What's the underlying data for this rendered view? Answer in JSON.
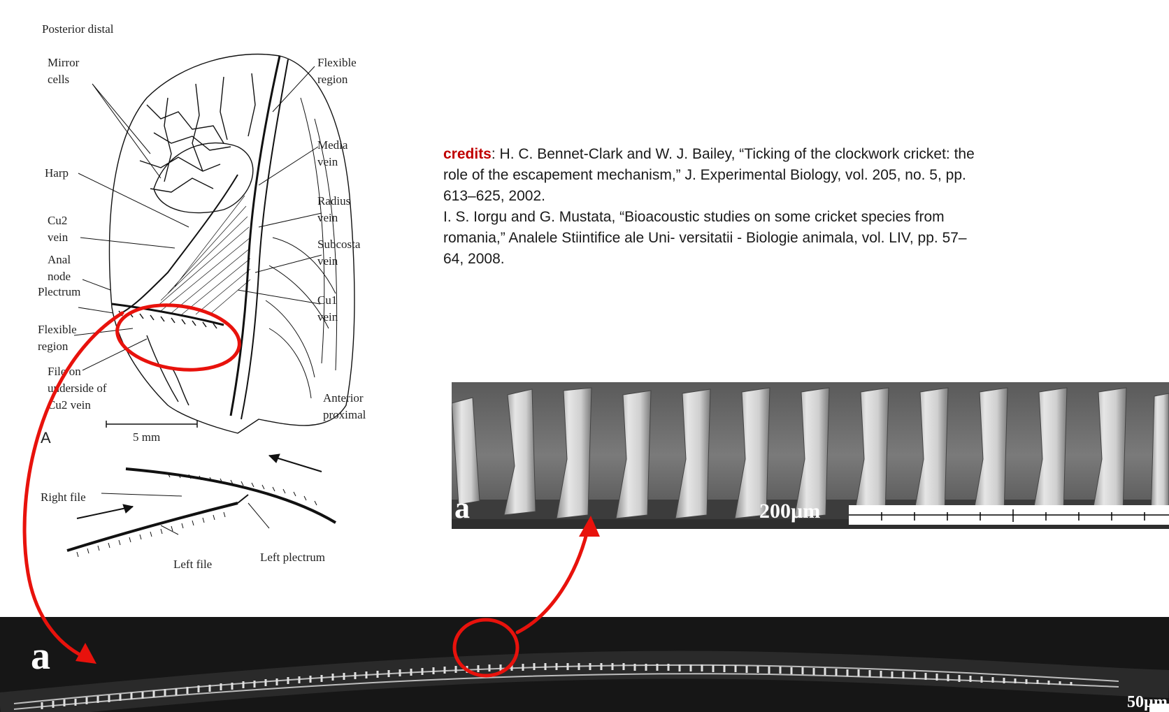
{
  "diagram": {
    "labels": {
      "posterior_distal": "Posterior distal",
      "mirror_cells": "Mirror\ncells",
      "flexible_region_top": "Flexible\nregion",
      "media_vein": "Media\nvein",
      "harp": "Harp",
      "radius_vein": "Radius\nvein",
      "cu2_vein": "Cu2\nvein",
      "subcosta_vein": "Subcosta\nvein",
      "anal_node": "Anal\nnode",
      "plectrum": "Plectrum",
      "cu1_vein": "Cu1\nvein",
      "flexible_region_left": "Flexible\nregion",
      "file_underside": "File on\nunderside of\nCu2 vein",
      "anterior_proximal": "Anterior\nproximal",
      "panel_letter": "A",
      "scale": "5 mm",
      "right_file": "Right file",
      "left_file": "Left file",
      "left_plectrum": "Left plectrum"
    }
  },
  "credits": {
    "key": "credits",
    "lines": [
      ": H. C. Bennet-Clark and W. J. Bailey, “Ticking of the clockwork cricket: the",
      "role of the escapement mechanism,” J. Experimental Biology, vol. 205, no. 5, pp.",
      "613–625, 2002.",
      "I. S. Iorgu and G. Mustata, “Bioacoustic studies on some cricket species from",
      "romania,” Analele Stiintifice ale Uni- versitatii - Biologie animala, vol. LIV, pp. 57–",
      "64, 2008."
    ]
  },
  "sem_zoom": {
    "panel_letter": "a",
    "scale": "200µm"
  },
  "sem_full": {
    "panel_letter": "a",
    "scale": "50µm"
  },
  "colors": {
    "annotation": "#e8120c",
    "credit_key": "#c00000",
    "ink": "#1a1a1a"
  }
}
